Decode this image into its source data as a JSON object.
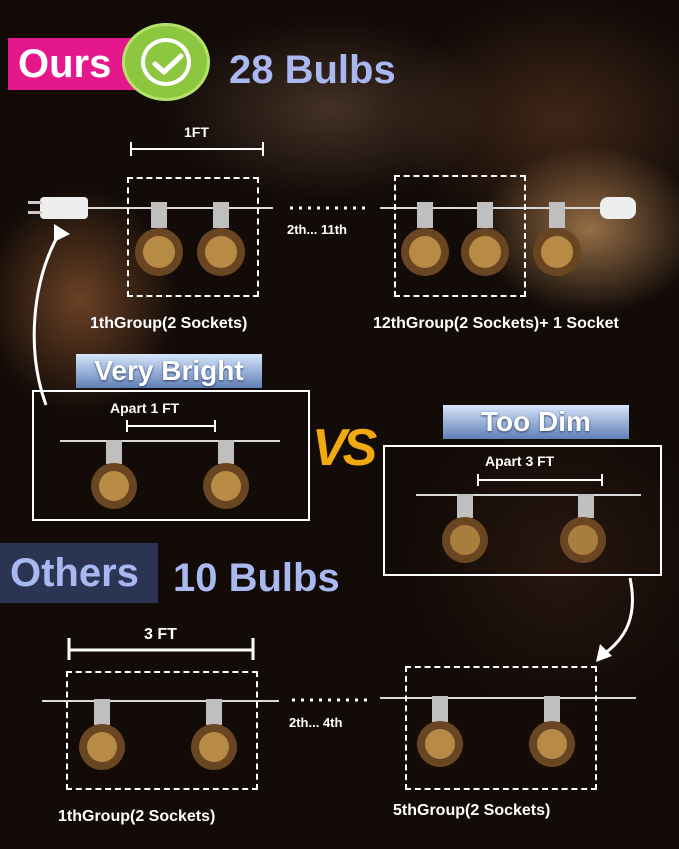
{
  "ours": {
    "badge": "Ours",
    "count_text": "28 Bulbs",
    "spacing_label": "1FT",
    "middle_range": "2th... 11th",
    "group1_label": "1thGroup(2 Sockets)",
    "group12_label": "12thGroup(2 Sockets)+ 1 Socket"
  },
  "comparison": {
    "bright_tag": "Very Bright",
    "bright_spacing": "Apart 1 FT",
    "vs_text": "VS",
    "dim_tag": "Too Dim",
    "dim_spacing": "Apart 3 FT"
  },
  "others": {
    "badge": "Others",
    "count_text": "10 Bulbs",
    "spacing_label": "3 FT",
    "middle_range": "2th... 4th",
    "group1_label": "1thGroup(2 Sockets)",
    "group5_label": "5thGroup(2 Sockets)"
  },
  "colors": {
    "ours_badge": "#e4178b",
    "check_green": "#8dc63f",
    "title_blue": "#a9b8f0",
    "vs_orange": "#f2a90f",
    "bulb_glow": "#f5c463"
  }
}
